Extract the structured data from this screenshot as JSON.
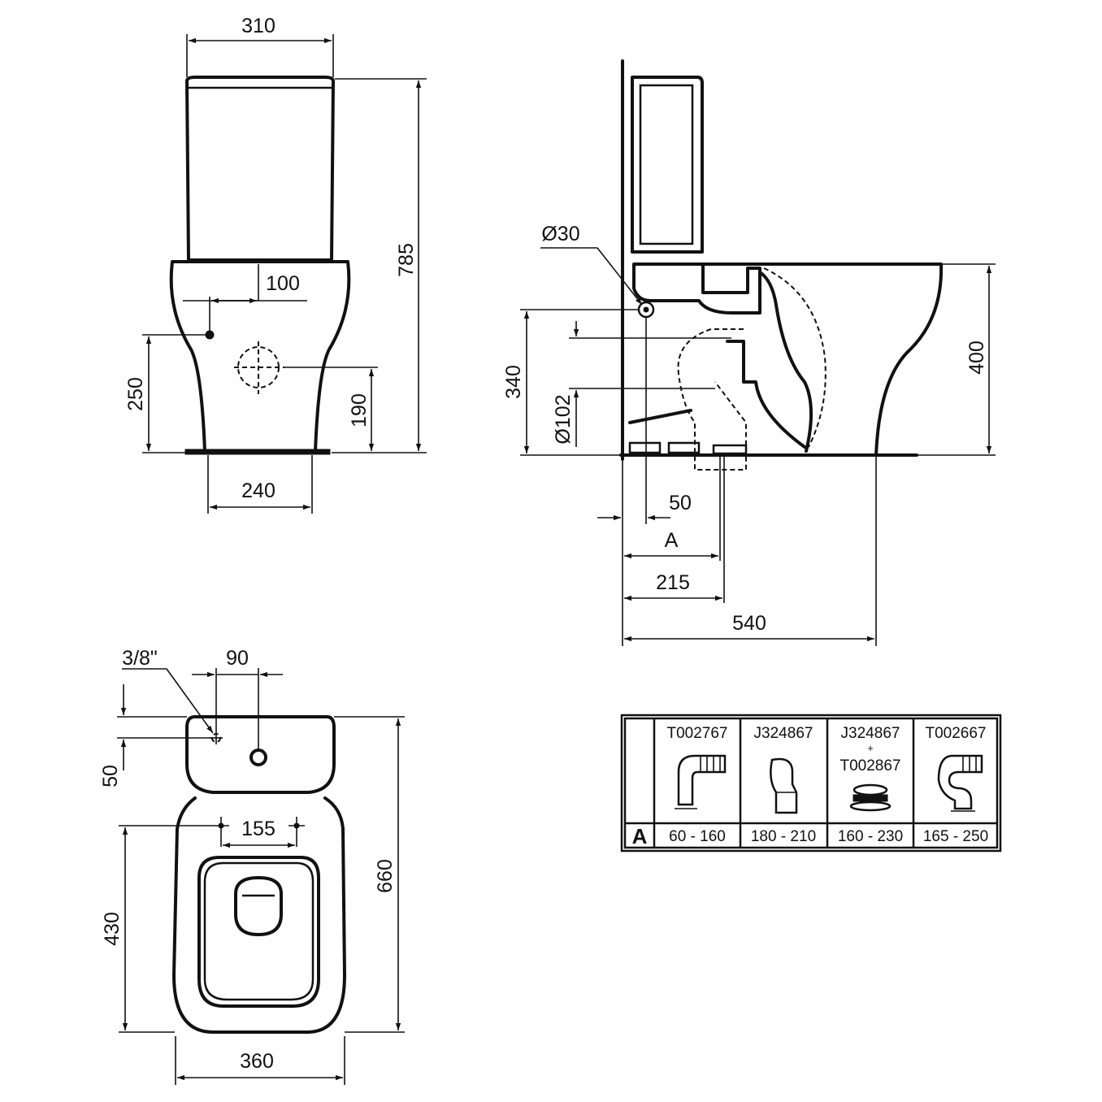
{
  "front_view": {
    "width_top": "310",
    "total_height": "785",
    "inlet_offset": "100",
    "inlet_height": "250",
    "outlet_height": "190",
    "base_width": "240"
  },
  "side_view": {
    "inlet_diameter": "Ø30",
    "inlet_height": "340",
    "outlet_diameter": "Ø102",
    "seat_height": "400",
    "wall_inlet_offset": "50",
    "outlet_offset_label": "A",
    "outlet_distance": "215",
    "total_depth": "540"
  },
  "top_view": {
    "thread_size": "3/8\"",
    "hole_spacing": "90",
    "hole_offset": "50",
    "seat_fixing_spacing": "155",
    "bowl_length": "430",
    "total_length": "660",
    "total_width": "360"
  },
  "connector_table": {
    "row_label": "A",
    "columns": [
      {
        "codes": [
          "T002767"
        ],
        "range": "60 - 160"
      },
      {
        "codes": [
          "J324867"
        ],
        "range": "180 - 210"
      },
      {
        "codes": [
          "J324867",
          "+",
          "T002867"
        ],
        "range": "160 - 230"
      },
      {
        "codes": [
          "T002667"
        ],
        "range": "165 - 250"
      }
    ]
  }
}
